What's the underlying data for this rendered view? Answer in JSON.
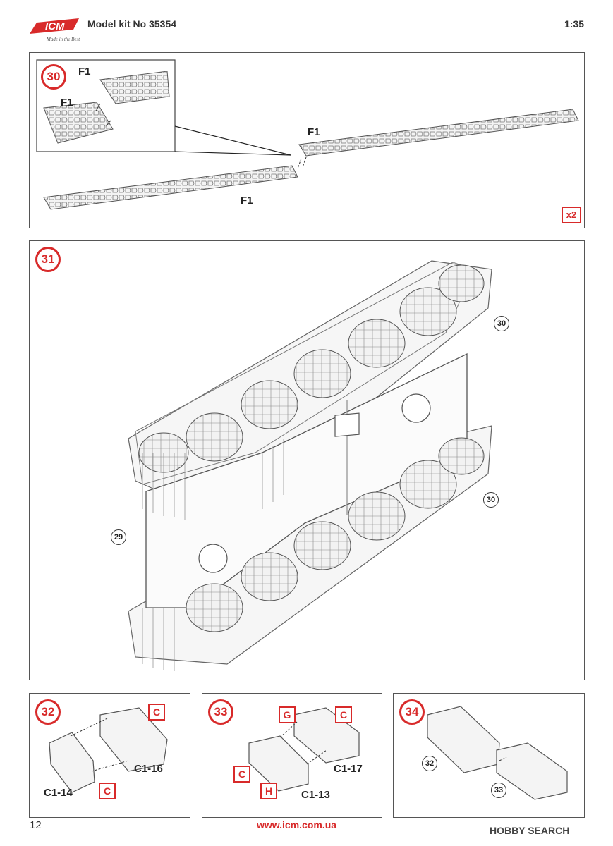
{
  "header": {
    "brand": "ICM",
    "brand_tagline": "Made in the Best",
    "kit_label": "Model kit No 35354",
    "scale": "1:35",
    "accent_color": "#d82a2a"
  },
  "steps": {
    "s30": {
      "number": "30",
      "part_a": "F1",
      "part_b": "F1",
      "part_c": "F1",
      "part_d": "F1",
      "multiplier": "x2"
    },
    "s31": {
      "number": "31",
      "ref_a": "30",
      "ref_b": "30",
      "ref_c": "29"
    },
    "s32": {
      "number": "32",
      "part_a": "C1-16",
      "part_b": "C1-14",
      "paint_a": "C",
      "paint_b": "C"
    },
    "s33": {
      "number": "33",
      "part_a": "C1-17",
      "part_b": "C1-13",
      "paint_g": "G",
      "paint_c1": "C",
      "paint_c2": "C",
      "paint_h": "H"
    },
    "s34": {
      "number": "34",
      "ref_a": "32",
      "ref_b": "33"
    }
  },
  "footer": {
    "page": "12",
    "url": "www.icm.com.ua",
    "watermark": "HOBBY SEARCH"
  }
}
